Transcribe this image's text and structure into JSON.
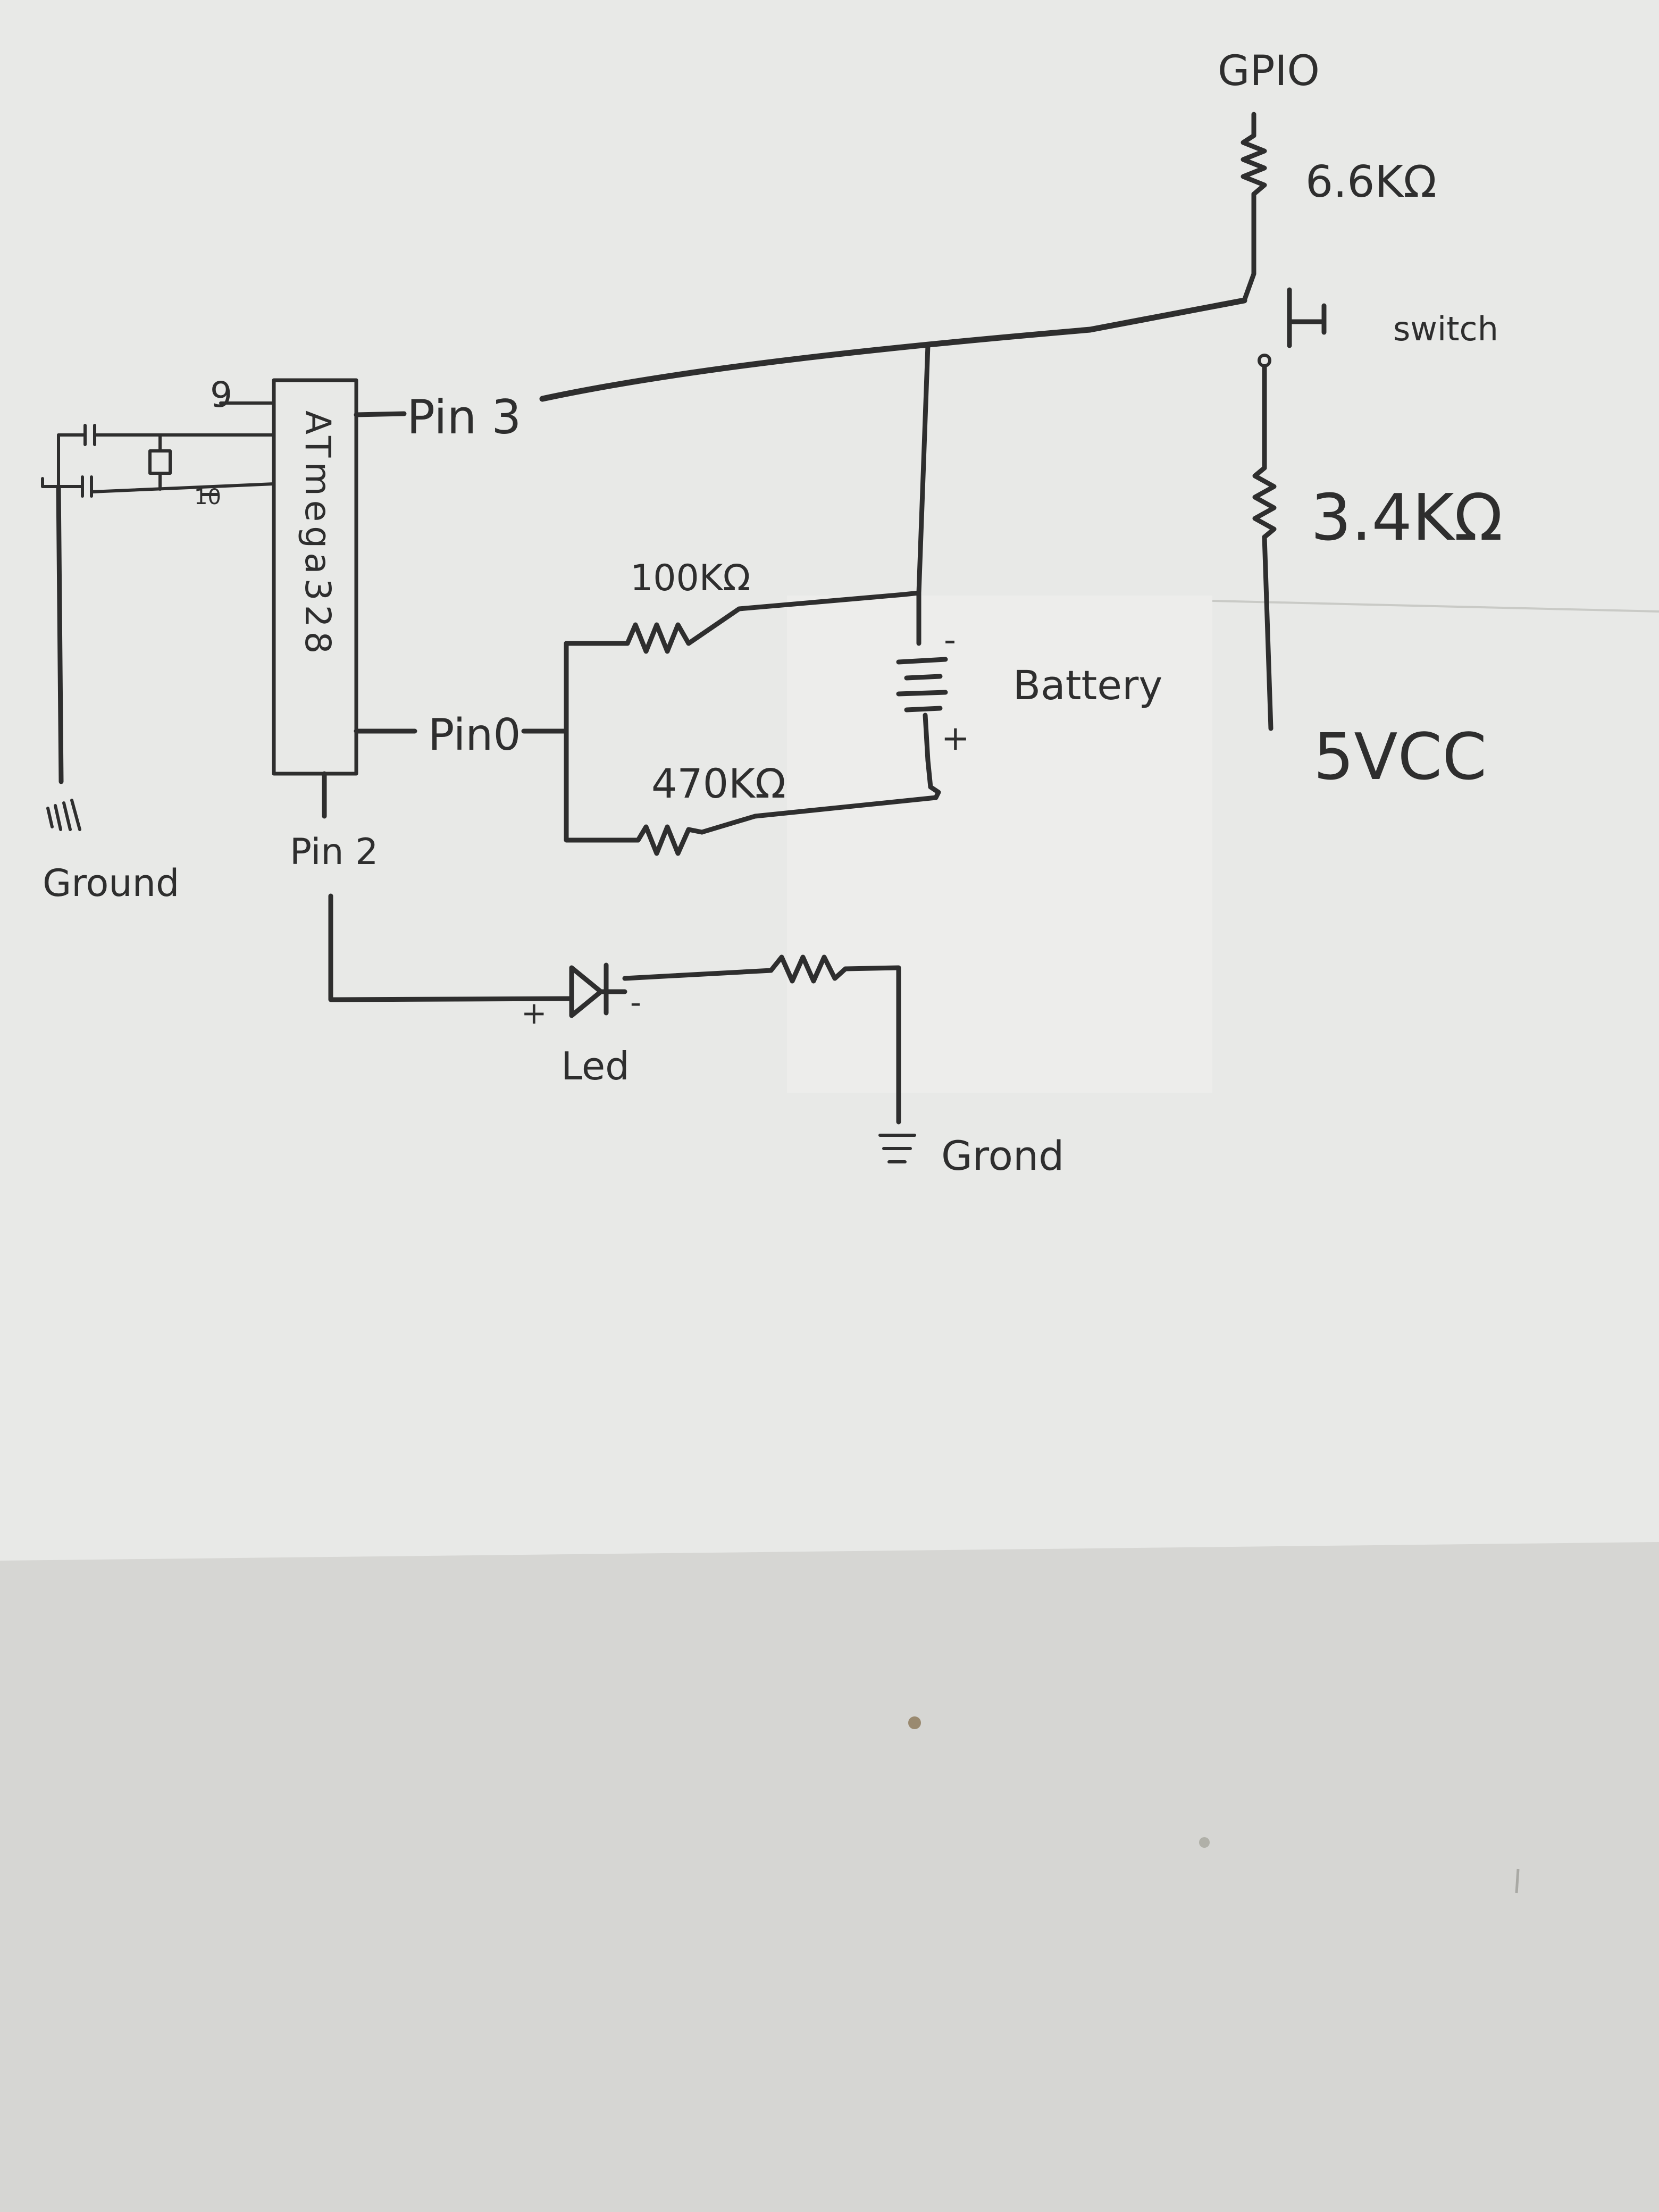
{
  "labels": {
    "gpio": "GPIO",
    "r_top": "6.6KΩ",
    "switch": "switch",
    "r_mid": "3.4KΩ",
    "vcc": "5VCC",
    "pin3": "Pin 3",
    "pin0": "Pin0",
    "pin2": "Pin 2",
    "r_100k": "100KΩ",
    "r_470k": "470KΩ",
    "battery": "Battery",
    "battery_plus": "+",
    "battery_minus": "-",
    "chip": "ATmega328",
    "xtal_pin9": "9",
    "xtal_pin10": "10",
    "ground_left": "Ground",
    "led": "Led",
    "led_plus": "+",
    "led_minus": "-",
    "ground_bottom": "Grond"
  },
  "colors": {
    "paper": "#e8e9e7",
    "paper_overlay": "#ededeb",
    "table": "#d6d6d3",
    "ink": "#2e2e2e"
  }
}
